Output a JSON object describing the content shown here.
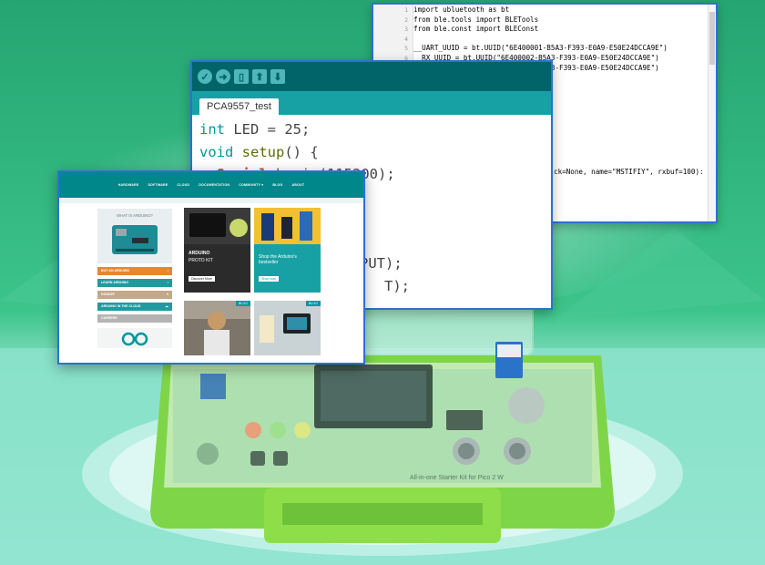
{
  "colors": {
    "bg_top": "#27a773",
    "bg_bottom": "#8fe3cc",
    "window_border": "#2f6fd6",
    "arduino_teal": "#006468",
    "arduino_tab_bar": "#17a1a5",
    "kit_green": "#8fdc4a"
  },
  "python_editor": {
    "lines": [
      {
        "n": "1",
        "text": "import ubluetooth as bt"
      },
      {
        "n": "2",
        "text": "from ble.tools import BLETools"
      },
      {
        "n": "3",
        "text": "from ble.const import BLEConst"
      },
      {
        "n": "4",
        "text": ""
      },
      {
        "n": "5",
        "text": "__UART_UUID = bt.UUID(\"6E400001-B5A3-F393-E0A9-E50E24DCCA9E\")"
      },
      {
        "n": "6",
        "text": "__RX_UUID = bt.UUID(\"6E400002-B5A3-F393-E0A9-E50E24DCCA9E\")"
      },
      {
        "n": "7",
        "text": "__TX_UUID = bt.UUID(\"6E400003-B5A3-F393-E0A9-E50E24DCCA9E\")"
      }
    ],
    "partial_line": "ck=None, name=\"MSTIFIY\", rxbuf=100):"
  },
  "arduino_ide": {
    "toolbar_icons": [
      "verify-icon",
      "upload-icon",
      "new-icon",
      "open-icon",
      "save-icon"
    ],
    "tab_label": "PCA9557_test",
    "code": {
      "line1_type": "int",
      "line1_rest": " LED = 25;",
      "line2_type": "void",
      "line2_fn": " setup",
      "line2_rest": "() {",
      "line3_cls": "Serial",
      "line3_fn": ".begin",
      "line3_rest": "(115200);",
      "line4_partial": "PUT);",
      "line5_partial": "T);"
    }
  },
  "website": {
    "nav": [
      "HARDWARE",
      "SOFTWARE",
      "CLOUD",
      "DOCUMENTATION",
      "COMMUNITY ▾",
      "BLOG",
      "ABOUT"
    ],
    "what_is": "WHAT IS ARDUINO?",
    "buttons": [
      {
        "label": "BUY AN ARDUINO",
        "color": "#e8872e"
      },
      {
        "label": "LEARN ARDUINO",
        "color": "#1f9ba0"
      },
      {
        "label": "DONATE",
        "color": "#c3a88a"
      },
      {
        "label": "ARDUINO IN THE CLOUD",
        "color": "#1f9ba0"
      },
      {
        "label": "CAREERS",
        "color": "#b4b4b4"
      }
    ],
    "cards": [
      {
        "heading": "ARDUINO",
        "sub": "PROTO KIT",
        "cta": "Discover More"
      },
      {
        "heading": "Shop the Arduino's",
        "sub": "bestseller",
        "cta": "Shop now"
      },
      {
        "tag": "BLOG"
      },
      {
        "tag": "BLOG"
      }
    ]
  }
}
